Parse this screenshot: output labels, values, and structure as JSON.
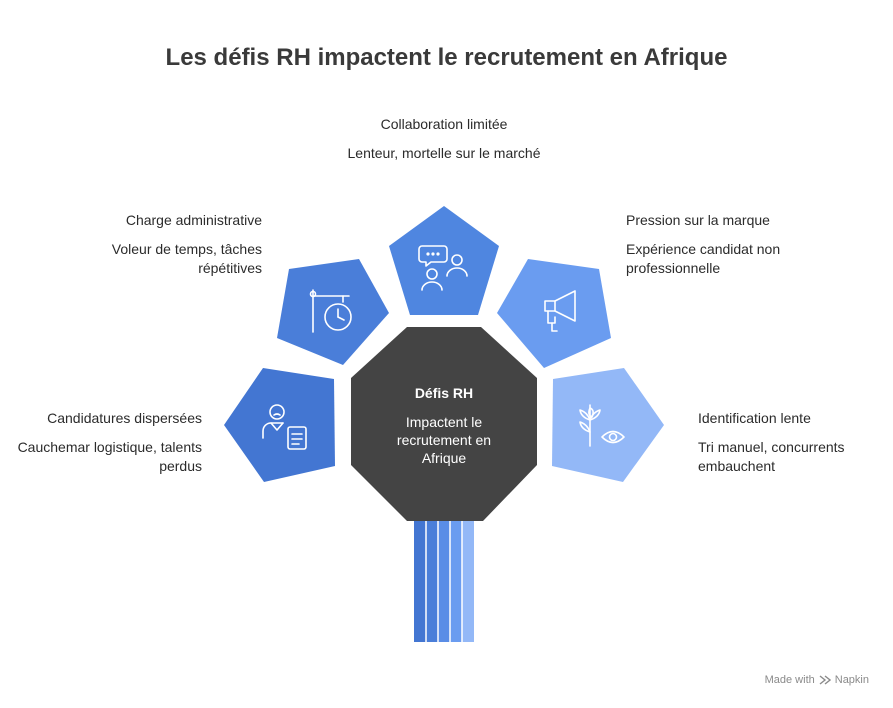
{
  "title": "Les défis RH impactent le recrutement en Afrique",
  "center": {
    "title": "Défis RH",
    "desc": "Impactent le recrutement en Afrique"
  },
  "items": [
    {
      "title": "Collaboration limitée",
      "desc": "Lenteur, mortelle sur le marché",
      "icon": "people-chat-icon",
      "color": "#4f86e0"
    },
    {
      "title": "Charge administrative",
      "desc": "Voleur de temps, tâches répétitives",
      "icon": "stopwatch-icon",
      "color": "#4a7ed9"
    },
    {
      "title": "Pression sur la marque",
      "desc": "Expérience candidat non professionnelle",
      "icon": "megaphone-icon",
      "color": "#6a9cf0"
    },
    {
      "title": "Candidatures dispersées",
      "desc": "Cauchemar logistique, talents perdus",
      "icon": "candidate-document-icon",
      "color": "#4376d2"
    },
    {
      "title": "Identification lente",
      "desc": "Tri manuel, concurrents embauchent",
      "icon": "plant-eye-icon",
      "color": "#93b8f7"
    }
  ],
  "colors": {
    "center": "#444444",
    "trunk": [
      "#4376d2",
      "#4a7ed9",
      "#5a8de6",
      "#6a9cf0",
      "#93b8f7"
    ]
  },
  "footer": {
    "made_with": "Made with",
    "brand": "Napkin"
  }
}
